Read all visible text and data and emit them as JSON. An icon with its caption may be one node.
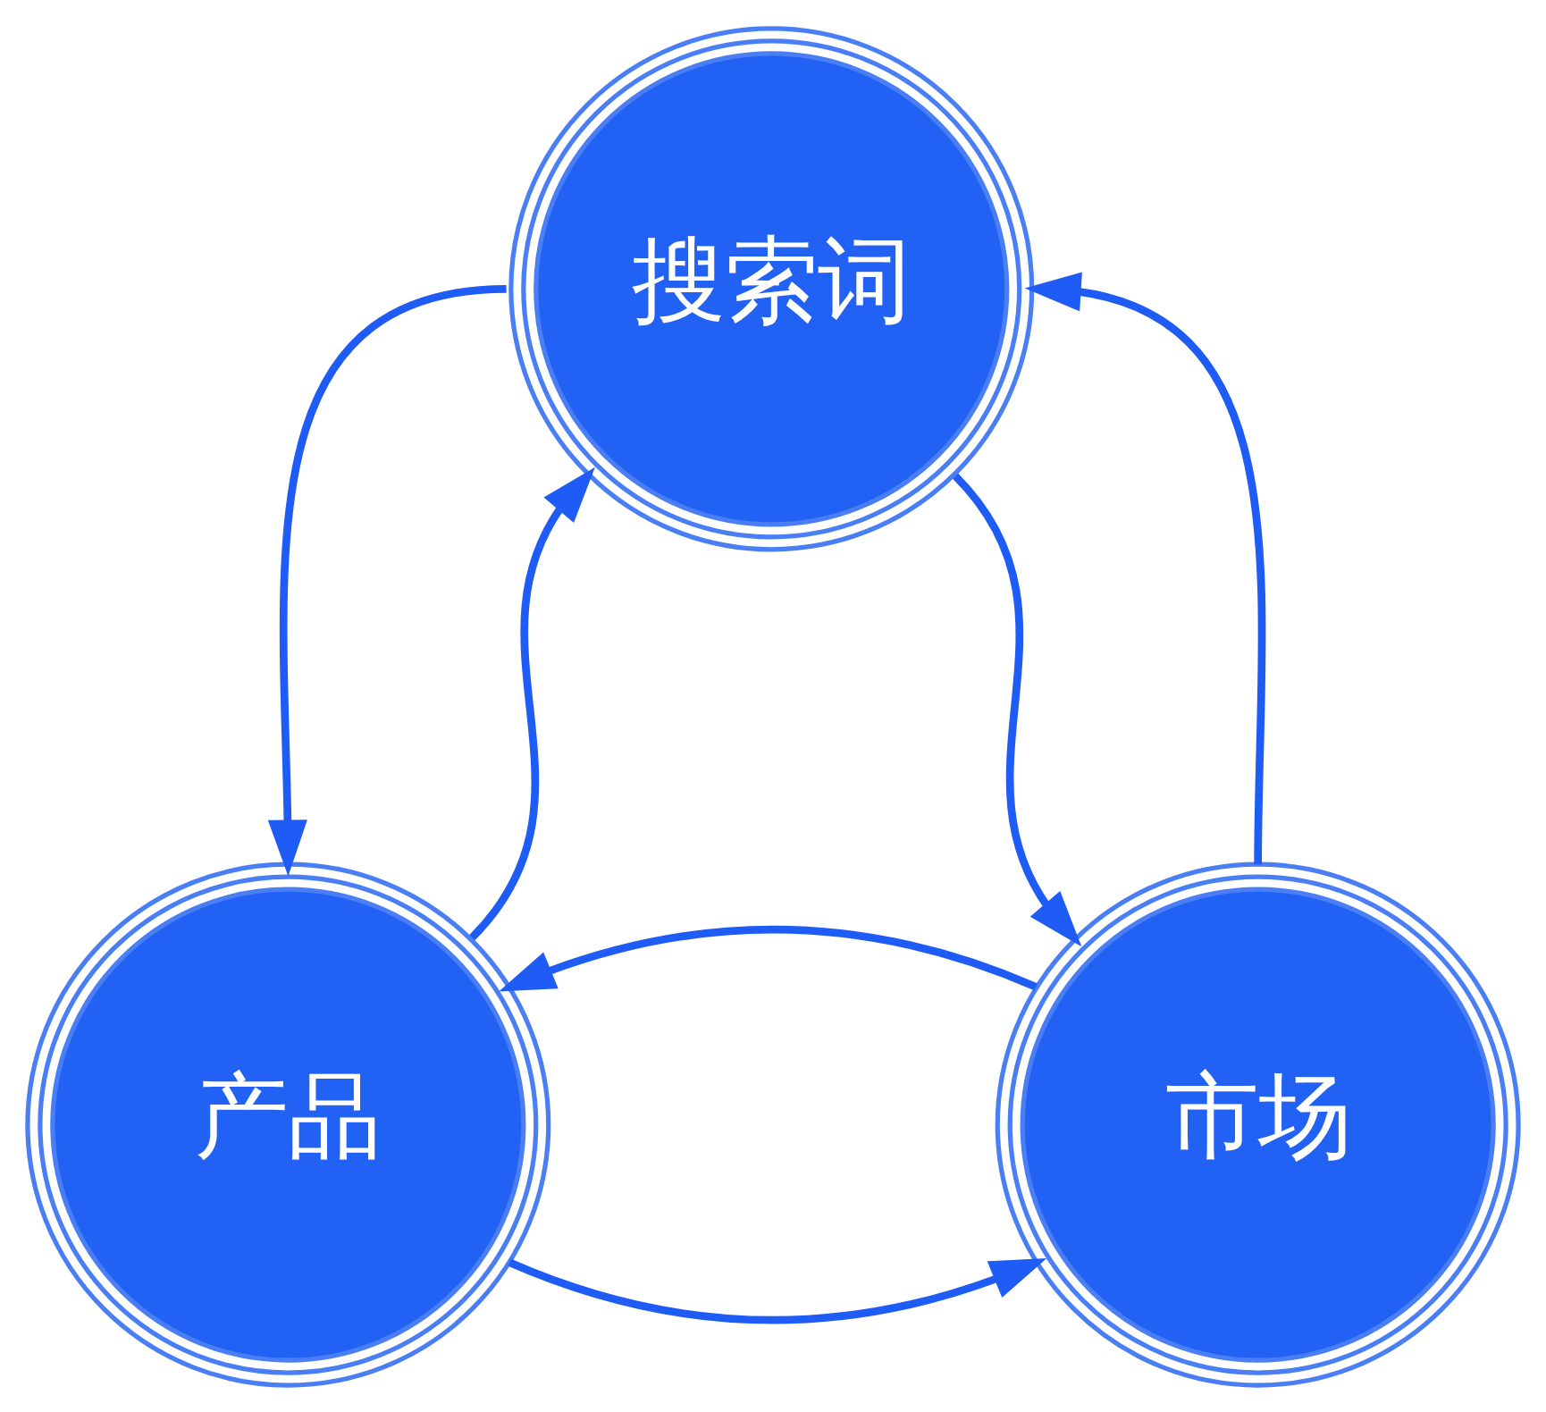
{
  "diagram": {
    "nodes": [
      {
        "text": [
          "搜索词"
        ]
      },
      {
        "text": [
          "产品"
        ]
      },
      {
        "text": [
          "市场"
        ]
      }
    ],
    "edges": [
      {
        "from": 0,
        "to": 1,
        "arrow": "to"
      },
      {
        "from": 1,
        "to": 0,
        "arrow": "to"
      },
      {
        "from": 2,
        "to": 0,
        "arrow": "to"
      },
      {
        "from": 0,
        "to": 2,
        "arrow": "to"
      },
      {
        "from": 1,
        "to": 2,
        "arrow": "to"
      },
      {
        "from": 2,
        "to": 1,
        "arrow": "to"
      }
    ]
  }
}
